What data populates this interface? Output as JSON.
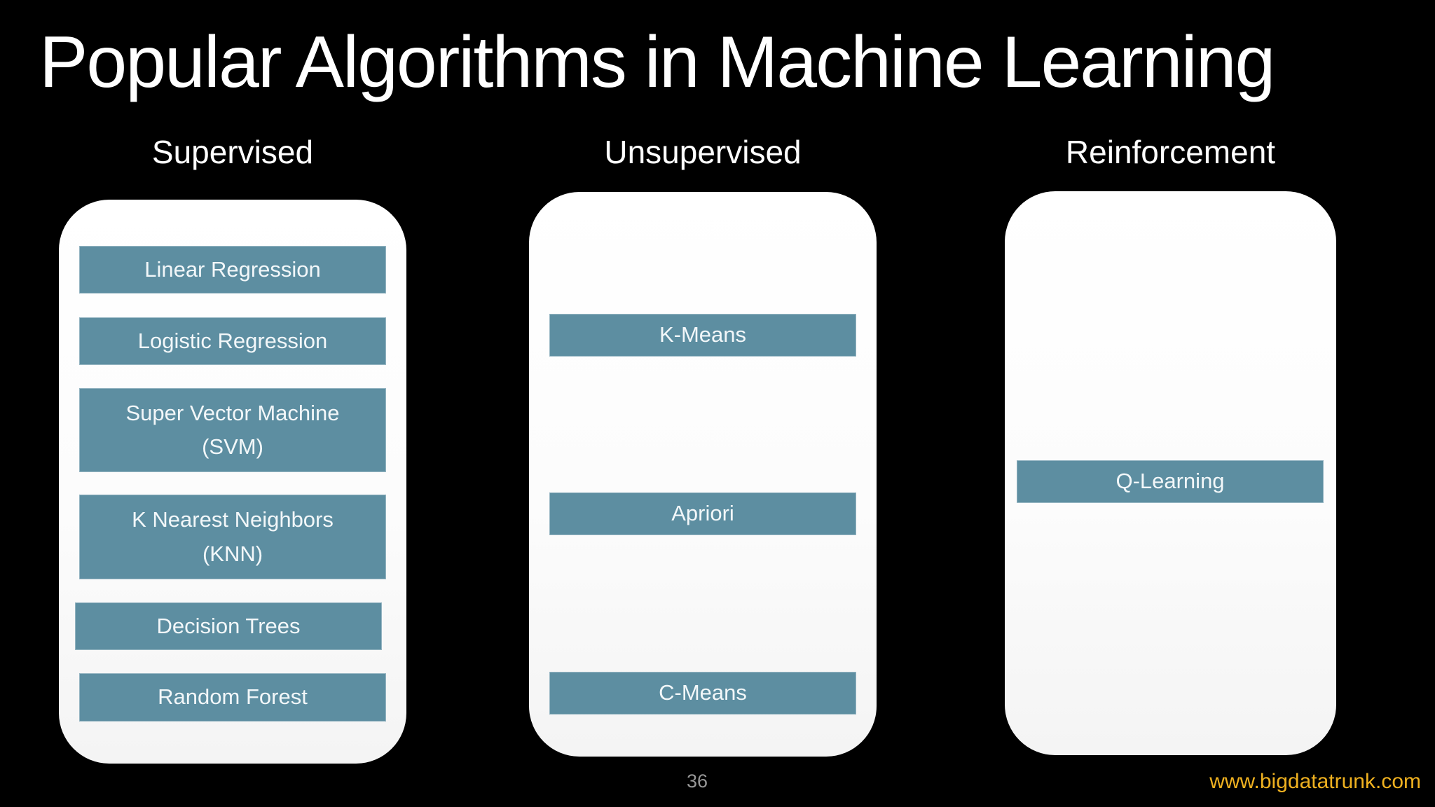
{
  "slide": {
    "title": "Popular Algorithms in Machine Learning",
    "page_number": "36",
    "footer_url": "www.bigdatatrunk.com"
  },
  "columns": [
    {
      "header": "Supervised",
      "items": [
        "Linear Regression",
        "Logistic Regression",
        "Super Vector Machine (SVM)",
        "K Nearest Neighbors (KNN)",
        "Decision Trees",
        "Random Forest"
      ]
    },
    {
      "header": "Unsupervised",
      "items": [
        "K-Means",
        "Apriori",
        "C-Means"
      ]
    },
    {
      "header": "Reinforcement",
      "items": [
        "Q-Learning"
      ]
    }
  ],
  "colors": {
    "background": "#000000",
    "card_fill": "#fdfdfd",
    "algorithm_box_fill": "#5d8ea1",
    "algorithm_box_text": "#f2f7f9",
    "title_text": "#ffffff",
    "header_text": "#ffffff",
    "page_number_text": "#969696",
    "footer_url_text": "#efb120"
  }
}
